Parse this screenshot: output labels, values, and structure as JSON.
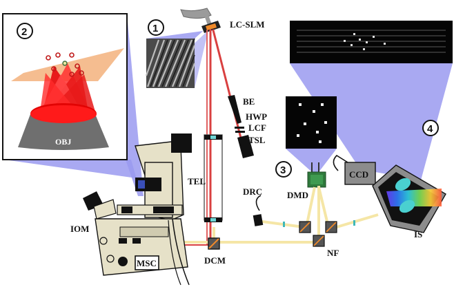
{
  "diagram": {
    "labels": {
      "lcslm": "LC-SLM",
      "be": "BE",
      "hwp": "HWP",
      "lcf": "LCF",
      "tsl": "TSL",
      "tel": "TEL",
      "drc": "DRC",
      "dmd": "DMD",
      "ccd": "CCD",
      "iom": "IOM",
      "dcm": "DCM",
      "nf": "NF",
      "is": "IS",
      "msc": "MSC",
      "obj": "OBJ"
    },
    "markers": {
      "m1": "1",
      "m2": "2",
      "m3": "3",
      "m4": "4"
    },
    "colors": {
      "beam_red": "#d94040",
      "beam_yellow": "#f5e6a6",
      "callout_blue": "#9a9af0",
      "microscope_body": "#e6e1c8",
      "dmd_green": "#2f7a3c",
      "ccd_gray": "#8c8c8c",
      "objective_gray": "#6f6f6f",
      "sample_plane": "#f4b98a"
    }
  }
}
